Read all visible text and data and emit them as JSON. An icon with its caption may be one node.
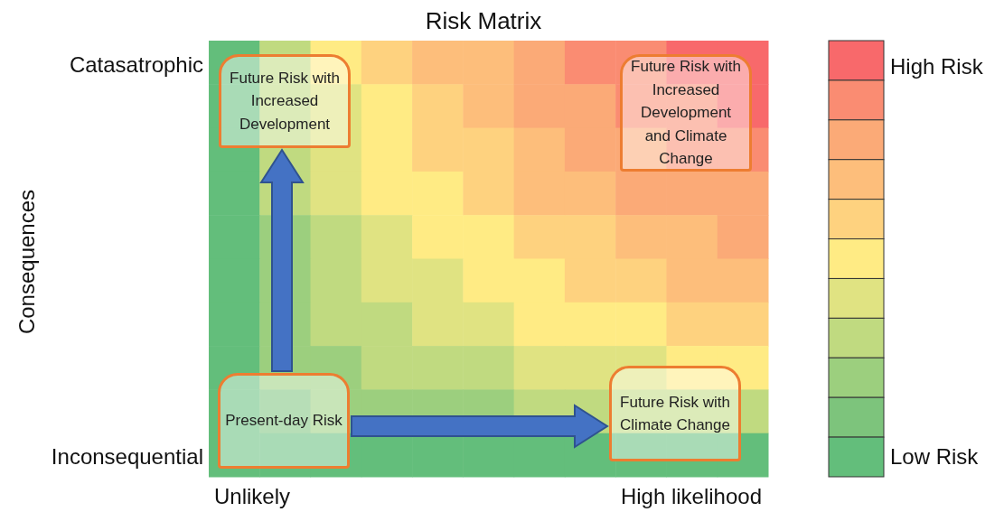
{
  "diagram": {
    "title": "Risk Matrix",
    "nodes": [
      {
        "text": [
          "Future Risk with Increased Development"
        ]
      },
      {
        "text": [
          "Future Risk with Increased Development and Climate Change"
        ]
      },
      {
        "text": [
          "Present-day Risk"
        ]
      },
      {
        "text": [
          "Future Risk with Climate Change"
        ]
      }
    ],
    "edges": [
      {
        "from": 2,
        "to": 0,
        "arrow": "to"
      },
      {
        "from": 2,
        "to": 3,
        "arrow": "to"
      }
    ],
    "labels": [
      "Catasatrophic",
      "Consequences",
      "Inconsequential",
      "Unlikely",
      "High likelihood"
    ],
    "legend": [
      {
        "text": "High Risk",
        "color": "#f8696b"
      },
      {
        "text": "Low Risk",
        "color": "#63be7b"
      }
    ]
  }
}
